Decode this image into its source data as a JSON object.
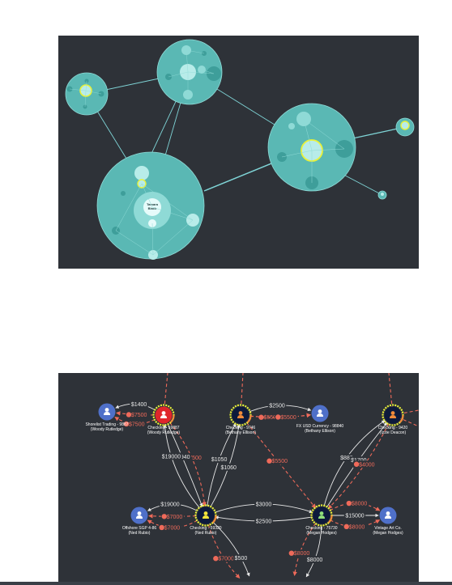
{
  "colors": {
    "panel_bg": "#2e3238",
    "cluster_fill": "#5ab8b4",
    "cluster_stroke": "#8fdad6",
    "link": "#7fd4d6",
    "highlight": "#e9f23a",
    "node_blue": "#4f70c9",
    "node_red": "#e0262b",
    "node_navy": "#0d1a3c",
    "fraud_edge": "#ef6a5a",
    "normal_edge": "#e8e8e8"
  },
  "overview": {
    "center_label_line1": "Tamara",
    "center_label_line2": "Black"
  },
  "nodes": [
    {
      "id": "shorelist",
      "label_line1": "Shorelist Trading - 9887",
      "label_line2": "(Woody Rutledge)",
      "color": "blue",
      "icon": "person-icon"
    },
    {
      "id": "chk59887",
      "label_line1": "Checking - 59887",
      "label_line2": "(Woody Rutledge)",
      "color": "red",
      "icon": "person-icon"
    },
    {
      "id": "chk9746",
      "label_line1": "Checking - 9746",
      "label_line2": "(Bethany Ellison)",
      "color": "navy",
      "icon": "person-icon"
    },
    {
      "id": "fxusd",
      "label_line1": "FX USD Currency - 98840",
      "label_line2": "(Bethany Ellison)",
      "color": "blue",
      "icon": "person-icon"
    },
    {
      "id": "chk9420",
      "label_line1": "Checking - 9420",
      "label_line2": "(Izzie Deacon)",
      "color": "navy",
      "icon": "person-icon"
    },
    {
      "id": "offshore",
      "label_line1": "Offshore SGP 4-86",
      "label_line2": "(Ned Rubio)",
      "color": "blue",
      "icon": "person-icon"
    },
    {
      "id": "chk59320",
      "label_line1": "Checking - 59320",
      "label_line2": "(Ned Rubio)",
      "color": "navy",
      "icon": "person-icon"
    },
    {
      "id": "chk7573",
      "label_line1": "Checking - 75730",
      "label_line2": "(Megan Hodges)",
      "color": "navy",
      "icon": "person-icon"
    },
    {
      "id": "vintage",
      "label_line1": "Vintage Art Co.",
      "label_line2": "(Megan Hodges)",
      "color": "blue",
      "icon": "person-icon"
    }
  ],
  "edges": [
    {
      "id": "e1",
      "amount": "$7500",
      "fraud": true
    },
    {
      "id": "e2",
      "amount": "$7500",
      "fraud": true
    },
    {
      "id": "e3",
      "amount": "$1400",
      "fraud": false
    },
    {
      "id": "e4",
      "amount": "$2500",
      "fraud": false
    },
    {
      "id": "e5",
      "amount": "$5500",
      "fraud": true
    },
    {
      "id": "e6",
      "amount": "$5500",
      "fraud": true
    },
    {
      "id": "e7",
      "amount": "$7500",
      "fraud": true
    },
    {
      "id": "e8",
      "amount": "$1940",
      "fraud": false
    },
    {
      "id": "e9",
      "amount": "$19000",
      "fraud": false
    },
    {
      "id": "e10",
      "amount": "$1050",
      "fraud": false
    },
    {
      "id": "e11",
      "amount": "$1060",
      "fraud": false
    },
    {
      "id": "e12",
      "amount": "$5500",
      "fraud": true
    },
    {
      "id": "e13",
      "amount": "$880",
      "fraud": false
    },
    {
      "id": "e14",
      "amount": "$1700",
      "fraud": false
    },
    {
      "id": "e15",
      "amount": "$4000",
      "fraud": true
    },
    {
      "id": "e16",
      "amount": "$7000",
      "fraud": true
    },
    {
      "id": "e17",
      "amount": "$7000",
      "fraud": true
    },
    {
      "id": "e18",
      "amount": "$19000",
      "fraud": false
    },
    {
      "id": "e19",
      "amount": "$3000",
      "fraud": false
    },
    {
      "id": "e20",
      "amount": "$2500",
      "fraud": false
    },
    {
      "id": "e21",
      "amount": "$15000",
      "fraud": false
    },
    {
      "id": "e22",
      "amount": "$8000",
      "fraud": true
    },
    {
      "id": "e23",
      "amount": "$8000",
      "fraud": true
    },
    {
      "id": "e24",
      "amount": "$7000",
      "fraud": true
    },
    {
      "id": "e25",
      "amount": "$500",
      "fraud": false
    },
    {
      "id": "e26",
      "amount": "$8000",
      "fraud": true
    },
    {
      "id": "e27",
      "amount": "$8000",
      "fraud": false
    }
  ]
}
